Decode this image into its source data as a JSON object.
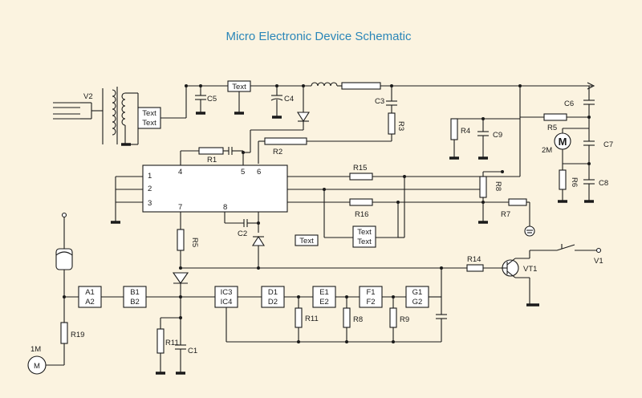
{
  "title": "Micro Electronic Device Schematic",
  "labels": {
    "V2": "V2",
    "text": "Text",
    "C5": "C5",
    "C4": "C4",
    "C3": "C3",
    "R3": "R3",
    "C6": "C6",
    "R5": "R5",
    "M": "M",
    "2M": "2M",
    "C7": "C7",
    "R6": "R6",
    "C8": "C8",
    "R4": "R4",
    "C9": "C9",
    "R2": "R2",
    "R1": "R1",
    "p1": "1",
    "p2": "2",
    "p3": "3",
    "p4": "4",
    "p5": "5",
    "p6": "6",
    "p7": "7",
    "p8": "8",
    "R15": "R15",
    "R8": "R8",
    "R16": "R16",
    "R7": "R7",
    "C2": "C2",
    "RS": "R5",
    "R14": "R14",
    "VT1": "VT1",
    "V1": "V1",
    "A1": "A1",
    "A2": "A2",
    "B1": "B1",
    "B2": "B2",
    "IC3": "IC3",
    "IC4": "IC4",
    "D1": "D1",
    "D2": "D2",
    "E1": "E1",
    "E2": "E2",
    "F1": "F1",
    "F2": "F2",
    "G1": "G1",
    "G2": "G2",
    "R11": "R11",
    "R8b": "R8",
    "R9": "R9",
    "R11b": "R11",
    "C1": "C1",
    "R19": "R19",
    "1M": "1M"
  }
}
